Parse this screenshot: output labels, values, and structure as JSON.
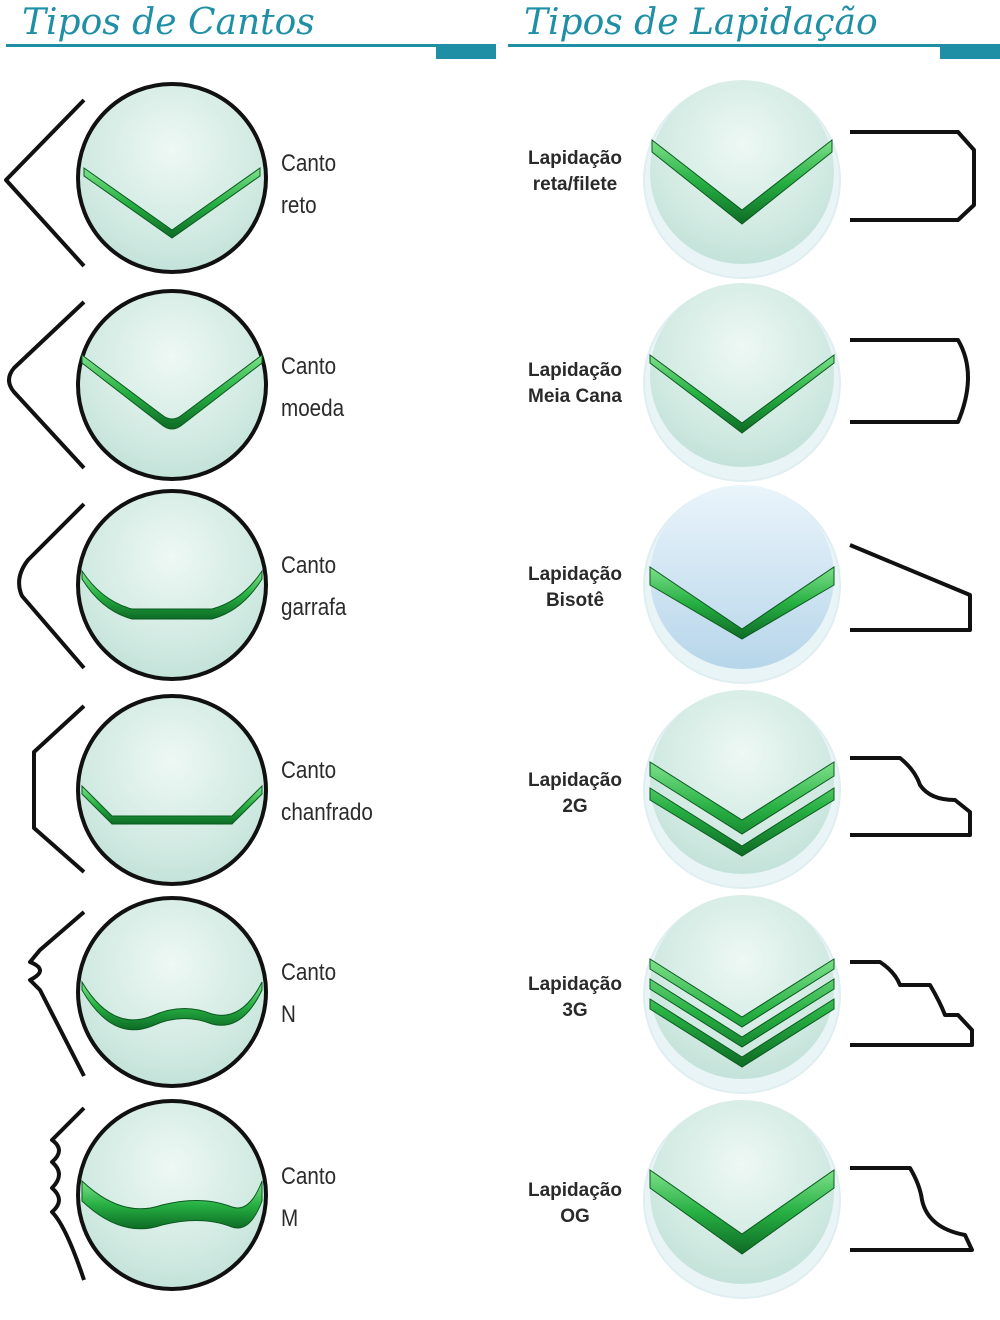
{
  "left_section": {
    "title": "Tipos de Cantos",
    "items": [
      {
        "line1": "Canto",
        "line2": "reto",
        "profile": "reto"
      },
      {
        "line1": "Canto",
        "line2": "moeda",
        "profile": "moeda"
      },
      {
        "line1": "Canto",
        "line2": "garrafa",
        "profile": "garrafa"
      },
      {
        "line1": "Canto",
        "line2": "chanfrado",
        "profile": "chanfrado"
      },
      {
        "line1": "Canto",
        "line2": "N",
        "profile": "N"
      },
      {
        "line1": "Canto",
        "line2": "M",
        "profile": "M"
      }
    ]
  },
  "right_section": {
    "title": "Tipos de Lapidação",
    "items": [
      {
        "line1": "Lapidação",
        "line2": "reta/filete",
        "profile": "reta"
      },
      {
        "line1": "Lapidação",
        "line2": "Meia Cana",
        "profile": "meiacana"
      },
      {
        "line1": "Lapidação",
        "line2": "Bisotê",
        "profile": "bisote"
      },
      {
        "line1": "Lapidação",
        "line2": "2G",
        "profile": "2g"
      },
      {
        "line1": "Lapidação",
        "line2": "3G",
        "profile": "3g"
      },
      {
        "line1": "Lapidação",
        "line2": "OG",
        "profile": "og"
      }
    ]
  },
  "colors": {
    "header_accent": "#1f8fa6",
    "glass_surface": "#d8efe8",
    "glass_edge": "#2fb54a",
    "outline": "#111111"
  }
}
